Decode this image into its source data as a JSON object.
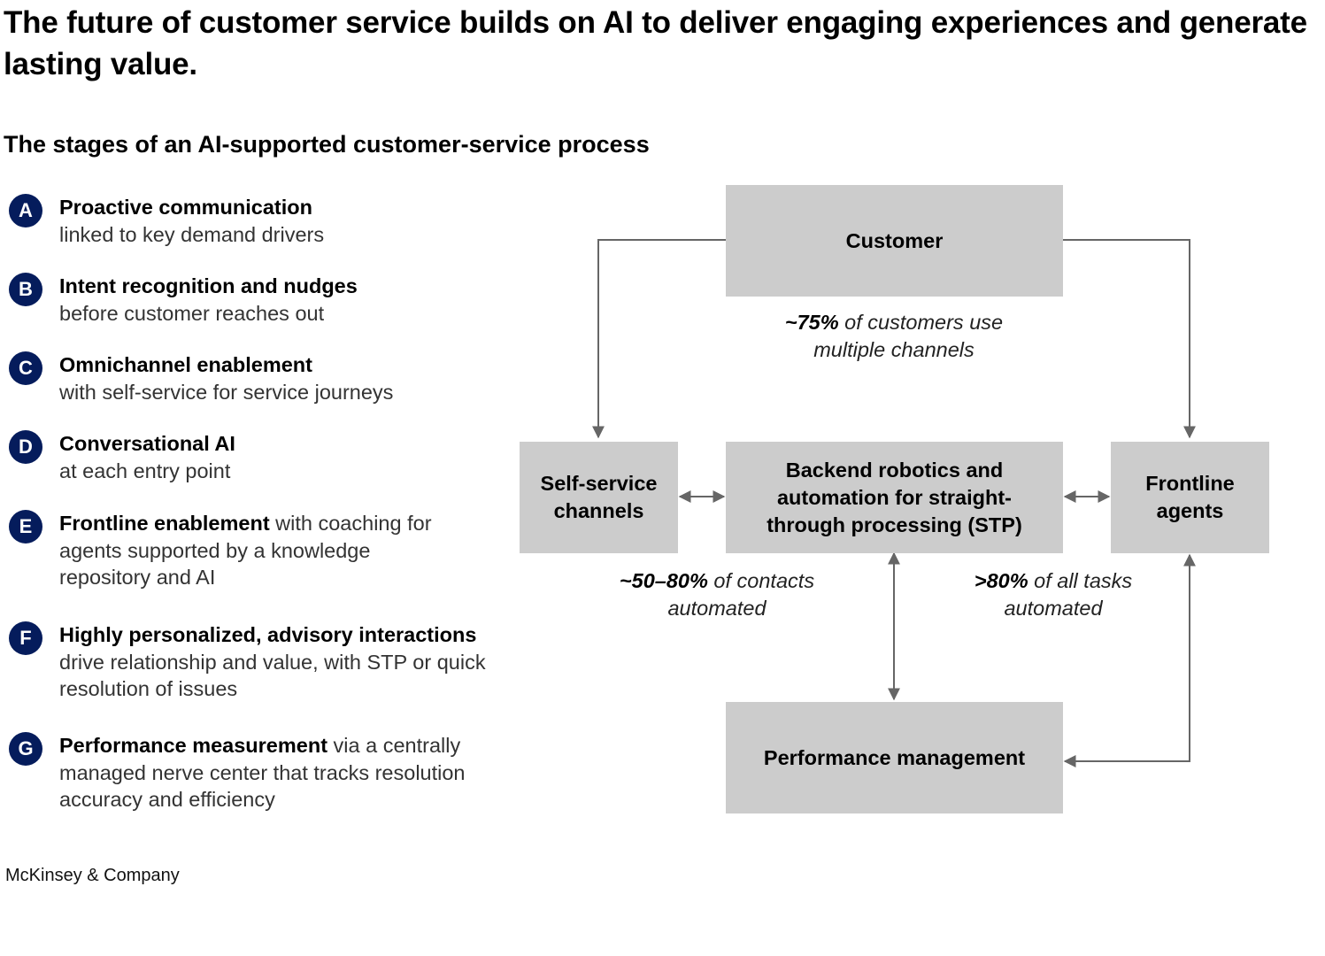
{
  "title": "The future of customer service builds on AI to deliver engaging experiences and generate lasting value.",
  "subtitle": "The stages of an AI-supported customer-service process",
  "stages": [
    {
      "letter": "A",
      "bold": "Proactive communication",
      "inline": "",
      "rest": "linked to key demand drivers"
    },
    {
      "letter": "B",
      "bold": "Intent recognition and nudges",
      "inline": "",
      "rest": "before customer reaches out"
    },
    {
      "letter": "C",
      "bold": "Omnichannel enablement",
      "inline": "",
      "rest": "with self-service for service journeys"
    },
    {
      "letter": "D",
      "bold": "Conversational AI",
      "inline": "",
      "rest": "at each entry point"
    },
    {
      "letter": "E",
      "bold": "Frontline enablement",
      "inline": " with coaching",
      "rest": "for agents supported by a knowledge repository and AI"
    },
    {
      "letter": "F",
      "bold": "Highly personalized, advisory interactions",
      "inline": "",
      "rest": "drive relationship and value, with STP or quick resolution of issues"
    },
    {
      "letter": "G",
      "bold": "Performance measurement",
      "inline": " via a centrally",
      "rest": "managed nerve center that tracks resolution accuracy and efficiency"
    }
  ],
  "diagram": {
    "customer": "Customer",
    "self_service": "Self-service channels",
    "backend": "Backend robotics and automation for straight-through processing (STP)",
    "frontline": "Frontline agents",
    "performance": "Performance management",
    "notes": {
      "multichannel": {
        "emph": "~75%",
        "text": " of customers use multiple channels"
      },
      "contacts": {
        "emph": "~50–80%",
        "text": " of contacts automated"
      },
      "tasks": {
        "emph": ">80%",
        "text": " of all tasks automated"
      }
    }
  },
  "footer": "McKinsey & Company",
  "colors": {
    "badge": "#051c5c",
    "box": "#cccccc",
    "arrow": "#666666"
  }
}
